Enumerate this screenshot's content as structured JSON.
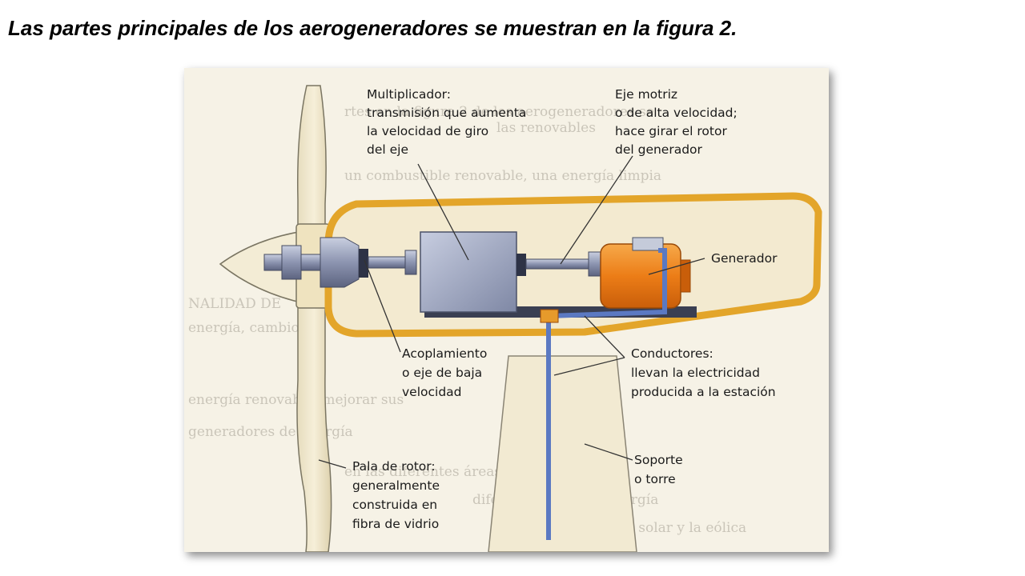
{
  "heading": "Las partes principales de los aerogeneradores se muestran en la figura 2.",
  "labels": {
    "multiplicador": [
      "Multiplicador:",
      "transmisión que aumenta",
      "la velocidad de giro",
      "del eje"
    ],
    "eje_motriz": [
      "Eje motriz",
      "o de alta velocidad;",
      "hace girar el rotor",
      "del generador"
    ],
    "generador": [
      "Generador"
    ],
    "conductores": [
      "Conductores:",
      "llevan la electricidad",
      "producida a la estación"
    ],
    "acoplamiento": [
      "Acoplamiento",
      "o eje de baja",
      "velocidad"
    ],
    "soporte": [
      "Soporte",
      "o torre"
    ],
    "pala": [
      "Pala de rotor:",
      "generalmente",
      "construida en",
      "fibra de vidrio"
    ]
  },
  "colors": {
    "nacelle_outline": "#e3a52a",
    "nacelle_fill": "#f3ead0",
    "generator": "#ef8a1c",
    "multiplier_box": "#a9b2ca",
    "conductor": "#5b79c2",
    "blade": "#efe6cc"
  }
}
